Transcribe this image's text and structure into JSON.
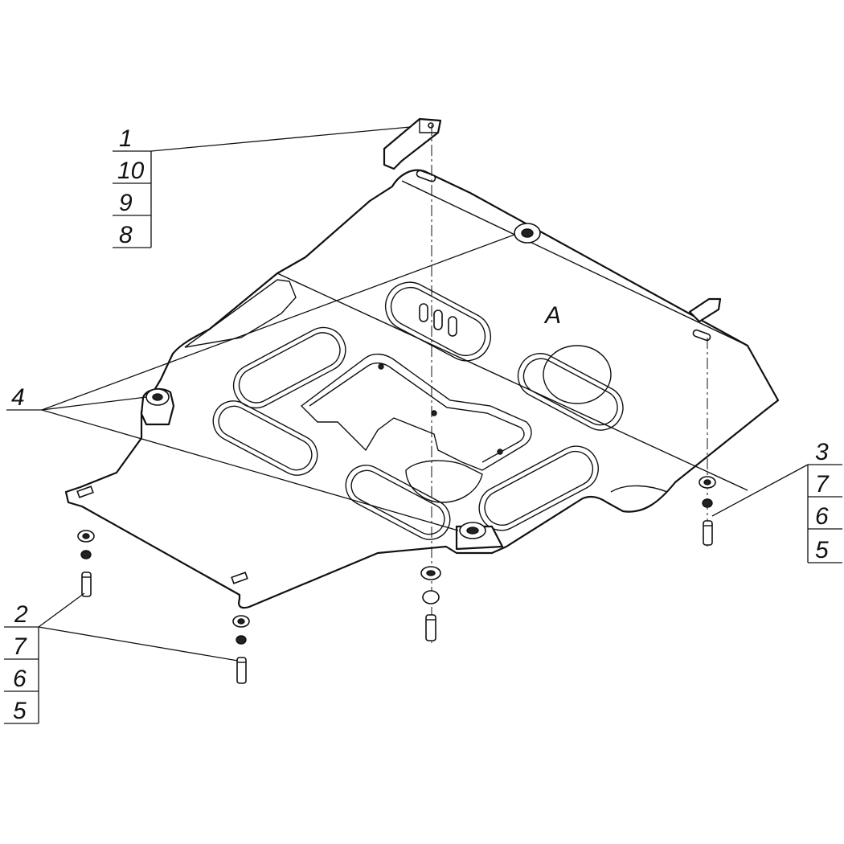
{
  "callouts": {
    "top_left": [
      "1",
      "10",
      "9",
      "8"
    ],
    "left": [
      "4"
    ],
    "bottom_left": [
      "2",
      "7",
      "6",
      "5"
    ],
    "right": [
      "3",
      "7",
      "6",
      "5"
    ]
  },
  "plate_mark": "A"
}
